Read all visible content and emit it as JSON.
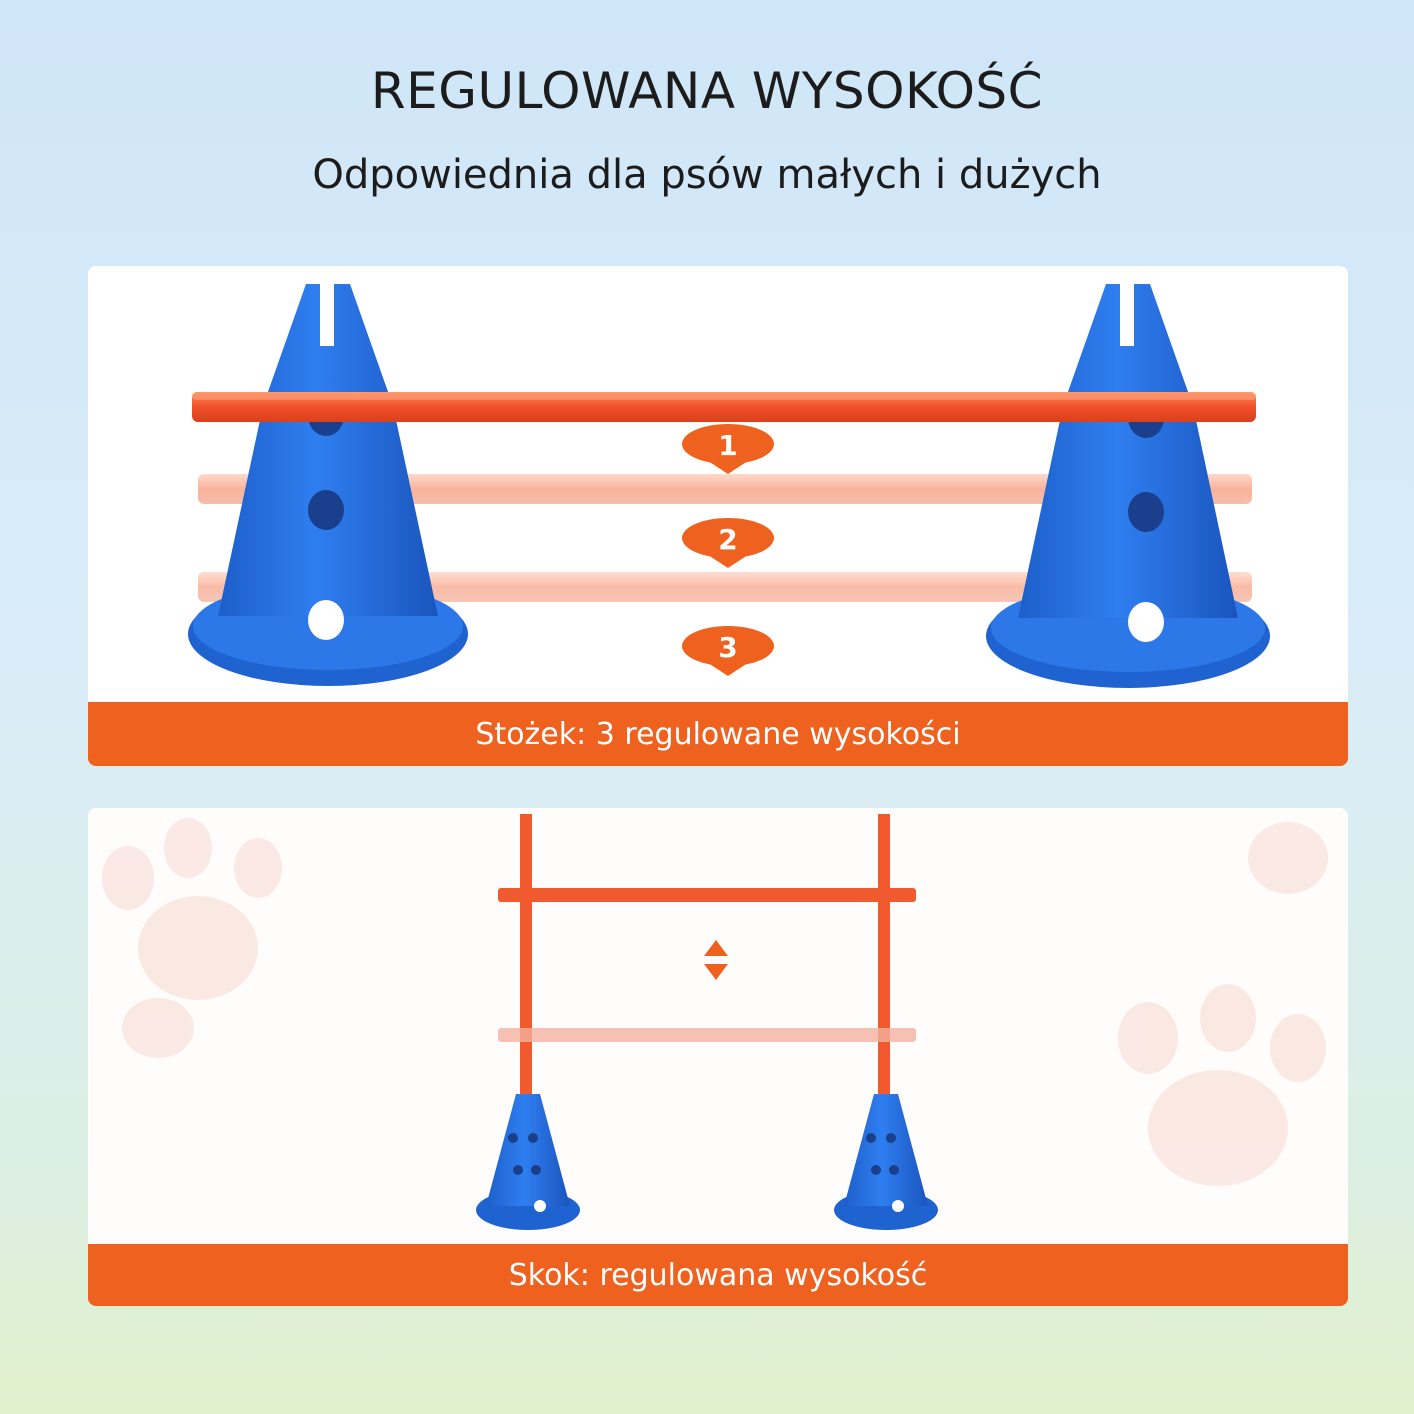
{
  "header": {
    "title": "REGULOWANA WYSOKOŚĆ",
    "subtitle": "Odpowiednia dla psów małych i dużych"
  },
  "cone_panel": {
    "caption": "Stożek: 3 regulowane wysokości",
    "levels": [
      "1",
      "2",
      "3"
    ]
  },
  "jump_panel": {
    "caption": "Skok: regulowana wysokość"
  },
  "colors": {
    "cone_blue": "#2a73e0",
    "pole_orange": "#f0562c",
    "caption_orange": "#ef611f"
  }
}
